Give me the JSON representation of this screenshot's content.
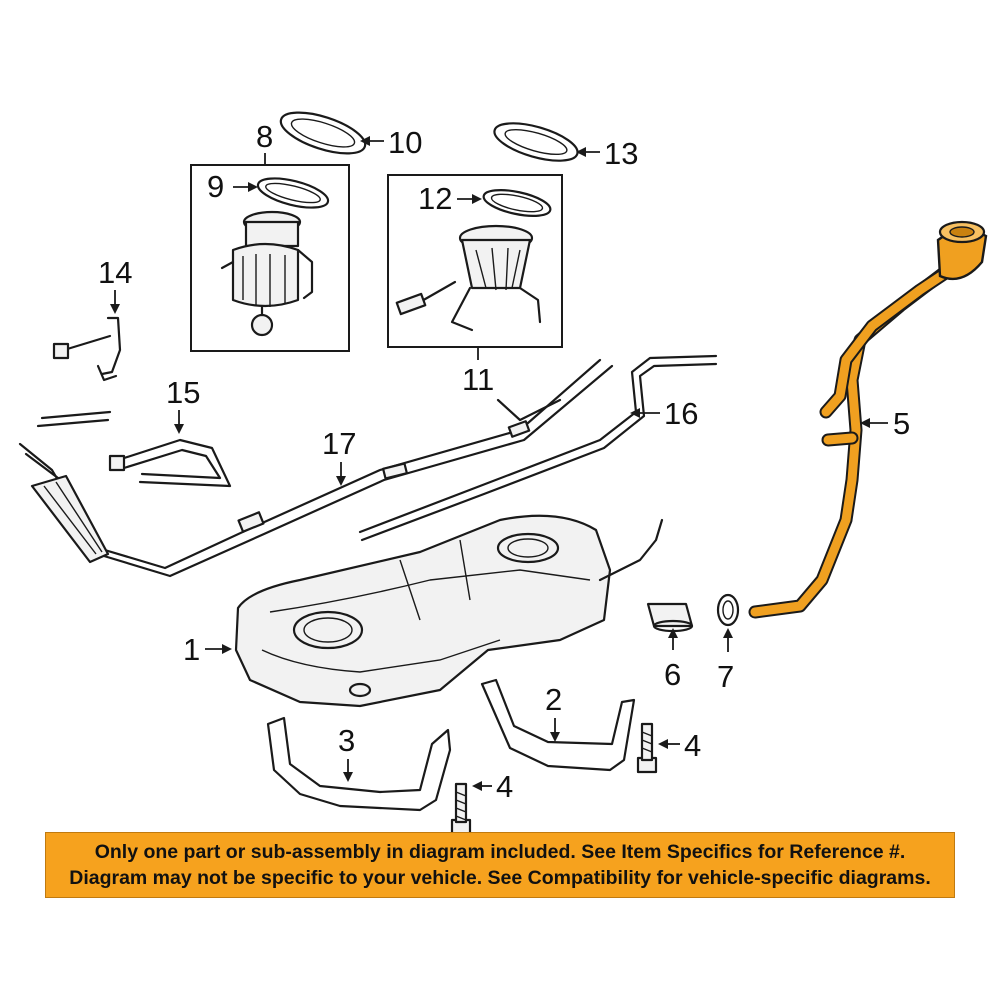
{
  "callouts": {
    "c1": "1",
    "c2": "2",
    "c3": "3",
    "c4a": "4",
    "c4b": "4",
    "c5": "5",
    "c6": "6",
    "c7": "7",
    "c8": "8",
    "c9": "9",
    "c10": "10",
    "c11": "11",
    "c12": "12",
    "c13": "13",
    "c14": "14",
    "c15": "15",
    "c16": "16",
    "c17": "17"
  },
  "disclaimer": {
    "line1": "Only one part or sub-assembly in diagram included. See Item Specifics for Reference #.",
    "line2": "Diagram may not be specific to your vehicle. See Compatibility for vehicle-specific diagrams."
  },
  "colors": {
    "highlight": "#f0a020",
    "banner": "#f6a21e",
    "line": "#1a1a1a"
  }
}
